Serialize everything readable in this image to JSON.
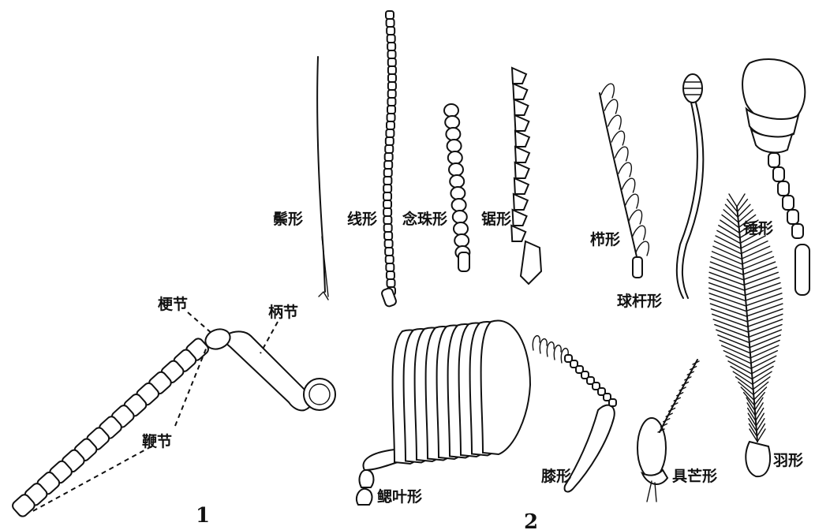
{
  "figure_numbers": {
    "part1": "1",
    "part2": "2"
  },
  "part1_labels": {
    "pedicel": "梗节",
    "scape": "柄节",
    "flagellum": "鞭节"
  },
  "part2_labels": {
    "setaceous": "鬃形",
    "filiform": "线形",
    "moniliform": "念珠形",
    "serrate": "锯形",
    "pectinate": "栉形",
    "clavate": "球杆形",
    "capitate": "锤形",
    "lamellate": "鳃叶形",
    "geniculate": "膝形",
    "aristate": "具芒形",
    "plumose": "羽形"
  }
}
